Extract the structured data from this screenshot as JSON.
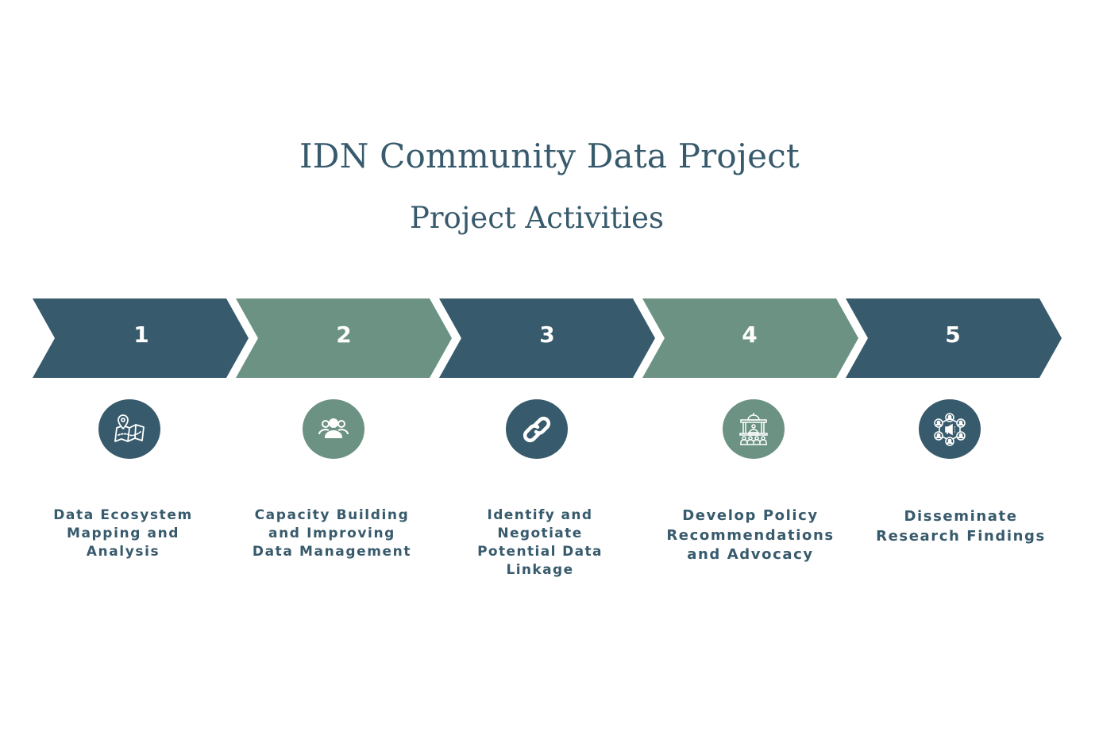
{
  "header": {
    "title": "IDN Community Data Project",
    "subtitle": "Project Activities"
  },
  "colors": {
    "dark": "#375A6C",
    "green": "#6B9283",
    "text": "#375A6C",
    "background": "#FFFFFF"
  },
  "steps": [
    {
      "number": "1",
      "icon": "map-location-icon",
      "color": "dark",
      "label_lines": [
        "Data Ecosystem",
        "Mapping and",
        "Analysis"
      ]
    },
    {
      "number": "2",
      "icon": "people-group-icon",
      "color": "green",
      "label_lines": [
        "Capacity Building",
        "and Improving",
        "Data Management"
      ]
    },
    {
      "number": "3",
      "icon": "link-icon",
      "color": "dark",
      "label_lines": [
        "Identify and",
        "Negotiate",
        "Potential Data",
        "Linkage"
      ]
    },
    {
      "number": "4",
      "icon": "government-building-icon",
      "color": "green",
      "label_lines": [
        "Develop Policy",
        "Recommendations",
        "and Advocacy"
      ]
    },
    {
      "number": "5",
      "icon": "network-megaphone-icon",
      "color": "dark",
      "label_lines": [
        "Disseminate",
        "Research Findings"
      ]
    }
  ]
}
